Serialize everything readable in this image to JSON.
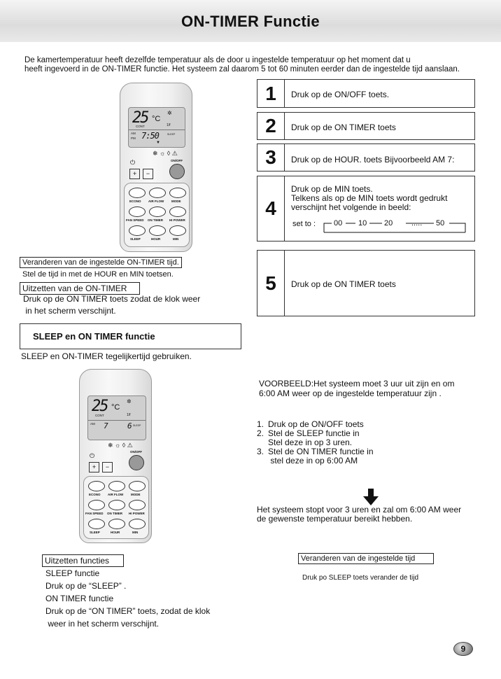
{
  "header": {
    "title": "ON-TIMER Functie"
  },
  "intro": {
    "line1": "De kamertemperatuur heeft dezelfde temperatuur als de door u ingestelde temperatuur op het moment dat u",
    "line2": "heeft ingevoerd in de ON-TIMER functie. Het systeem zal daarom 5 tot 60 minuten eerder dan de ingestelde tijd aanslaan."
  },
  "remote": {
    "temp": "25",
    "unit": "°C",
    "cont": "CONT",
    "ratio": "1/f",
    "time_top": "7:50",
    "am": "AM",
    "pm": "PM",
    "sleep_lbl": "SLEEP",
    "on_off": "ON/OFF",
    "buttons": [
      "ECONO",
      "AIR FLOW",
      "MODE",
      "FAN SPEED",
      "ON TIMER",
      "HI POWER",
      "SLEEP",
      "HOUR",
      "MIN"
    ],
    "time_bottom_h": "7",
    "time_bottom_m": "6",
    "icons": "❄ ☼ ◊ ⚠"
  },
  "steps": [
    {
      "num": "1",
      "text": "Druk op de ON/OFF toets."
    },
    {
      "num": "2",
      "text": "Druk op de ON TIMER toets"
    },
    {
      "num": "3",
      "text": "Druk op de HOUR. toets Bijvoorbeeld AM 7:"
    },
    {
      "num": "4",
      "lines": [
        "Druk op de MIN toets.",
        "Telkens als op de MIN toets wordt gedrukt",
        "verschijnt het volgende in beeld:"
      ],
      "set_to": "set to :",
      "values": [
        "00",
        "10",
        "20",
        ".....",
        "50"
      ]
    },
    {
      "num": "5",
      "text": "Druk op de ON TIMER toets"
    }
  ],
  "change_time": {
    "label": "Veranderen van de ingestelde ON-TIMER tijd.",
    "text": "Stel de tijd in met de HOUR en MIN toetsen."
  },
  "cancel": {
    "label": "Uitzetten van de ON-TIMER",
    "line1": "Druk op de  ON TIMER toets zodat de klok weer",
    "line2": " in het scherm verschijnt."
  },
  "sleep_section": {
    "title": "SLEEP en ON TIMER functie",
    "subtitle": "SLEEP en ON-TIMER tegelijkertijd gebruiken."
  },
  "example": {
    "line1": "VOORBEELD:Het systeem moet 3 uur uit zijn en om",
    "line2": "6:00 AM weer op de ingestelde temperatuur zijn .",
    "items": [
      {
        "num": "1.",
        "lines": [
          "Druk op de ON/OFF toets"
        ]
      },
      {
        "num": "2.",
        "lines": [
          "Stel de SLEEP functie in",
          "Stel deze in op 3 uren."
        ]
      },
      {
        "num": "3.",
        "lines": [
          "Stel de ON TIMER functie in",
          " stel deze in op 6:00 AM"
        ]
      }
    ],
    "result1": "Het systeem stopt voor 3 uren en zal om 6:00 AM weer",
    "result2": "de gewenste temperatuur bereikt hebben."
  },
  "cancel_functions": {
    "label": "Uitzetten functies",
    "lines": [
      "SLEEP functie",
      "Druk op de “SLEEP” .",
      "ON TIMER functie",
      "Druk op de “ON TIMER” toets, zodat de klok",
      " weer in het scherm verschijnt."
    ]
  },
  "change_set_time": {
    "label": "Veranderen van de ingestelde tijd",
    "text": "Druk po SLEEP toets verander de tijd"
  },
  "page_number": "9"
}
